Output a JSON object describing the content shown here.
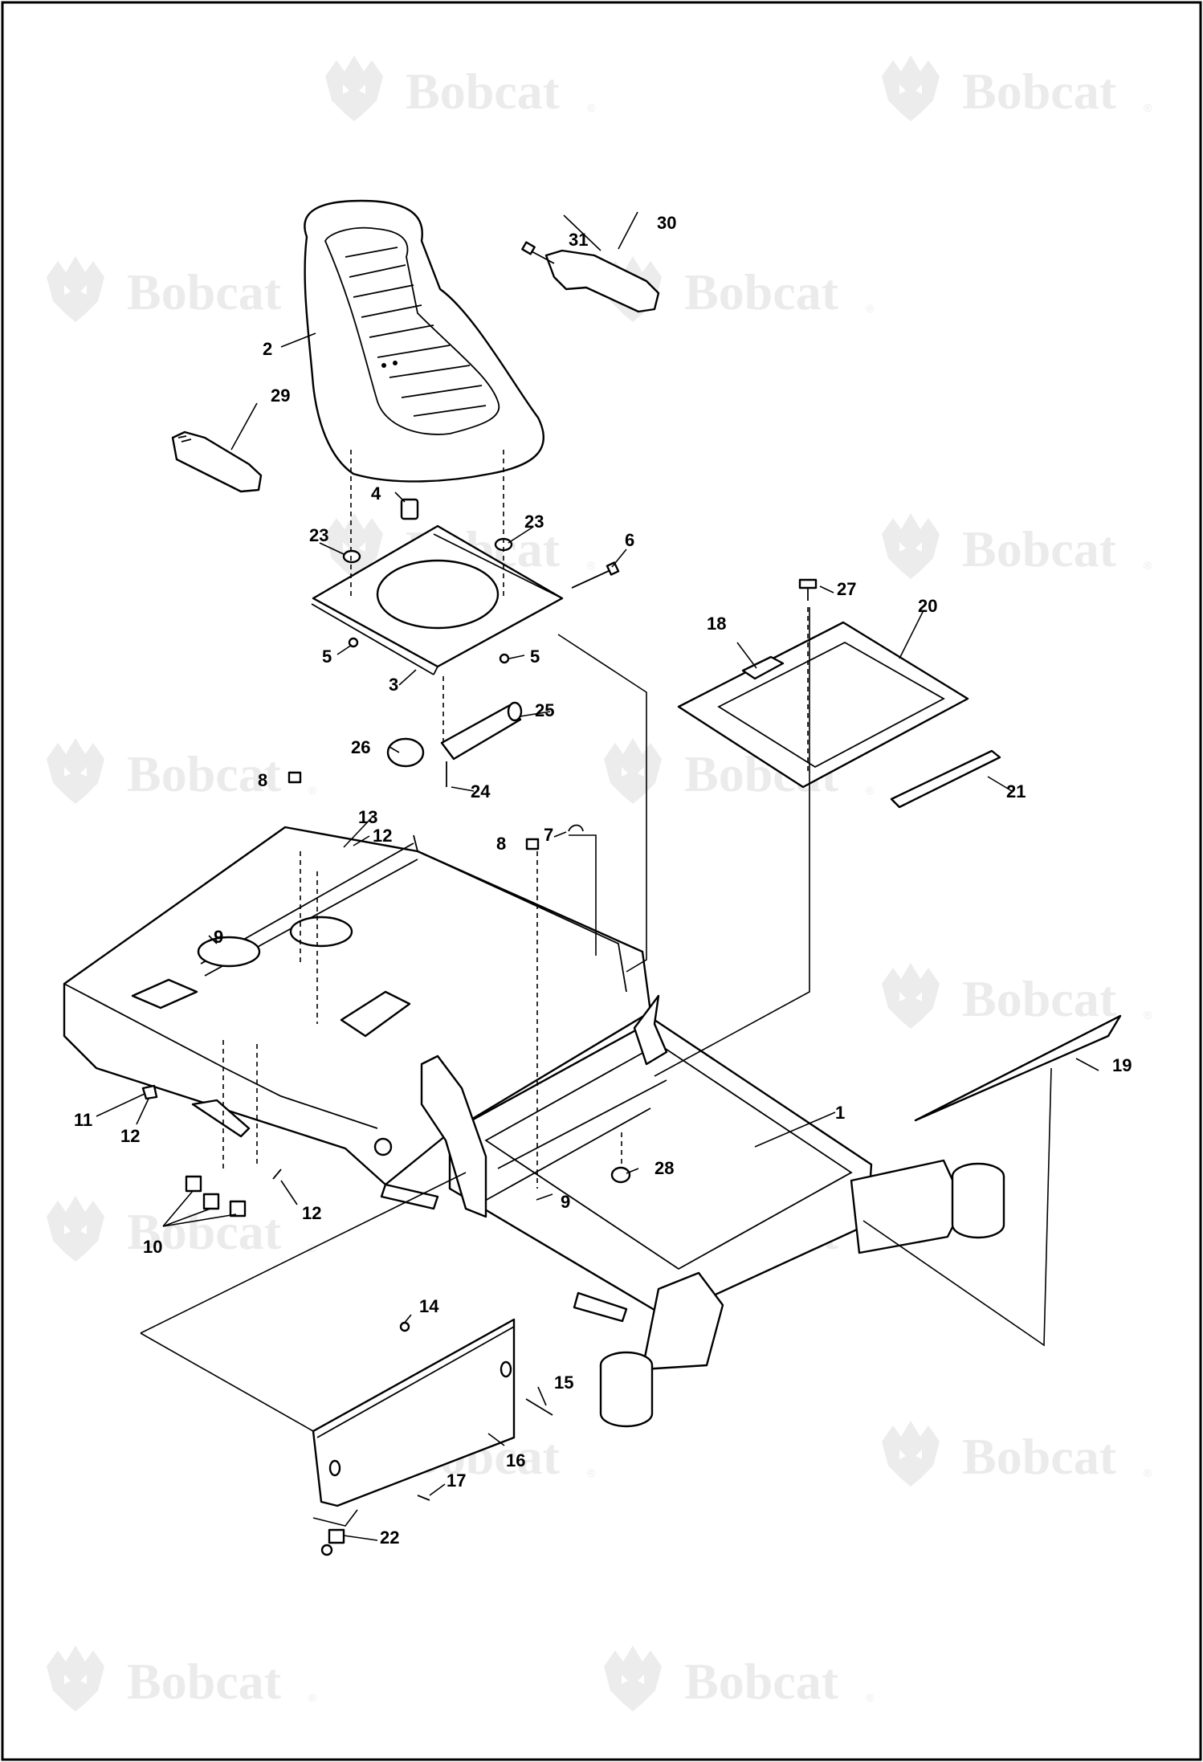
{
  "watermark": {
    "text": "Bobcat",
    "mark": "®"
  },
  "callouts": [
    {
      "id": "c1",
      "text": "1"
    },
    {
      "id": "c2",
      "text": "2"
    },
    {
      "id": "c3",
      "text": "3"
    },
    {
      "id": "c4",
      "text": "4"
    },
    {
      "id": "c5a",
      "text": "5"
    },
    {
      "id": "c5b",
      "text": "5"
    },
    {
      "id": "c6",
      "text": "6"
    },
    {
      "id": "c7",
      "text": "7"
    },
    {
      "id": "c8a",
      "text": "8"
    },
    {
      "id": "c8b",
      "text": "8"
    },
    {
      "id": "c9a",
      "text": "9"
    },
    {
      "id": "c9b",
      "text": "9"
    },
    {
      "id": "c10",
      "text": "10"
    },
    {
      "id": "c11",
      "text": "11"
    },
    {
      "id": "c12a",
      "text": "12"
    },
    {
      "id": "c12b",
      "text": "12"
    },
    {
      "id": "c12c",
      "text": "12"
    },
    {
      "id": "c13",
      "text": "13"
    },
    {
      "id": "c14",
      "text": "14"
    },
    {
      "id": "c15",
      "text": "15"
    },
    {
      "id": "c16",
      "text": "16"
    },
    {
      "id": "c17",
      "text": "17"
    },
    {
      "id": "c18",
      "text": "18"
    },
    {
      "id": "c19",
      "text": "19"
    },
    {
      "id": "c20",
      "text": "20"
    },
    {
      "id": "c21",
      "text": "21"
    },
    {
      "id": "c22",
      "text": "22"
    },
    {
      "id": "c23a",
      "text": "23"
    },
    {
      "id": "c23b",
      "text": "23"
    },
    {
      "id": "c24",
      "text": "24"
    },
    {
      "id": "c25",
      "text": "25"
    },
    {
      "id": "c26",
      "text": "26"
    },
    {
      "id": "c27",
      "text": "27"
    },
    {
      "id": "c28",
      "text": "28"
    },
    {
      "id": "c29",
      "text": "29"
    },
    {
      "id": "c30",
      "text": "30"
    },
    {
      "id": "c31",
      "text": "31"
    }
  ]
}
